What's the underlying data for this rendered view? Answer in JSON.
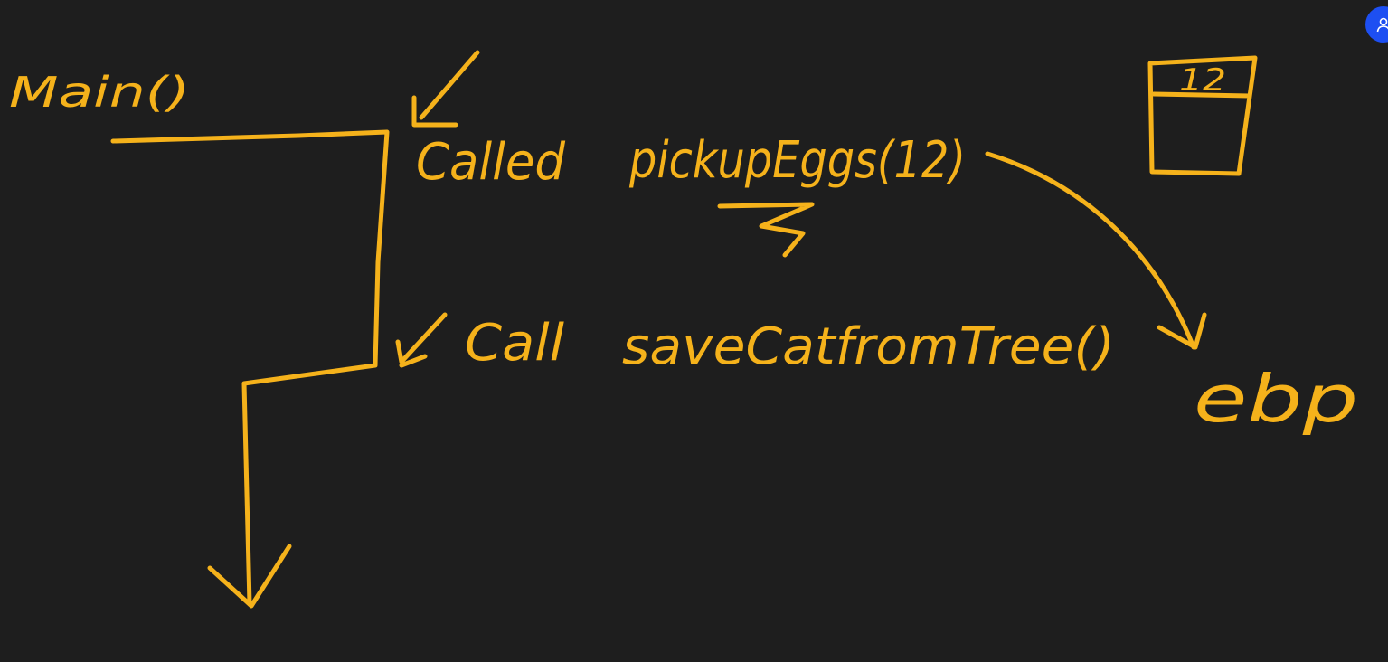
{
  "labels": {
    "main": "Main()",
    "called": "Called",
    "pickup_eggs": "pickupEggs(12)",
    "call": "Call",
    "save_cat": "saveCatfromTree()",
    "ebp": "ebp",
    "stack_value": "12"
  },
  "colors": {
    "background": "#1e1e1e",
    "ink": "#f5b21b",
    "avatar": "#1d4ff2"
  },
  "icons": {
    "avatar": "user-icon"
  }
}
